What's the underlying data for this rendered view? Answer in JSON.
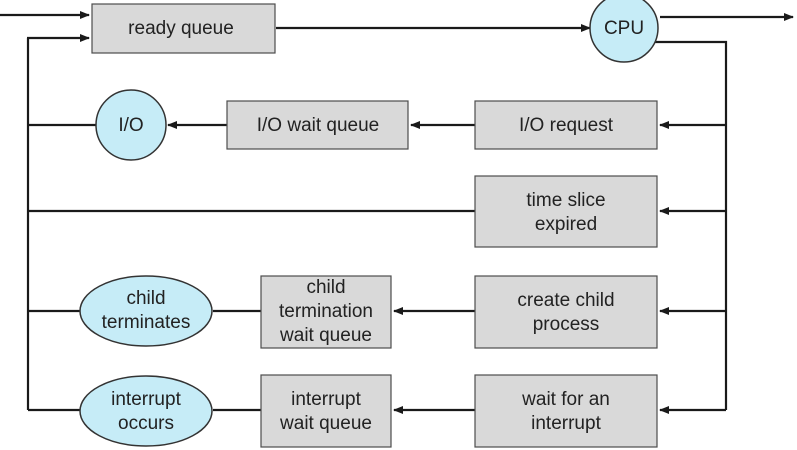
{
  "nodes": {
    "ready_queue": {
      "label": "ready queue"
    },
    "cpu": {
      "label": "CPU"
    },
    "io": {
      "label": "I/O"
    },
    "io_wait_queue": {
      "label": "I/O wait queue"
    },
    "io_request": {
      "label": "I/O request"
    },
    "time_slice_expired": {
      "lines": [
        "time slice",
        "expired"
      ]
    },
    "child_terminates": {
      "lines": [
        "child",
        "terminates"
      ]
    },
    "child_termination_wait_queue": {
      "lines": [
        "child",
        "termination",
        "wait queue"
      ]
    },
    "create_child_process": {
      "lines": [
        "create child",
        "process"
      ]
    },
    "interrupt_occurs": {
      "lines": [
        "interrupt",
        "occurs"
      ]
    },
    "interrupt_wait_queue": {
      "lines": [
        "interrupt",
        "wait queue"
      ]
    },
    "wait_for_interrupt": {
      "lines": [
        "wait for an",
        "interrupt"
      ]
    }
  },
  "colors": {
    "box_fill": "#d9d9d9",
    "circle_fill": "#c6ecf7",
    "line": "#1a1a1a"
  }
}
